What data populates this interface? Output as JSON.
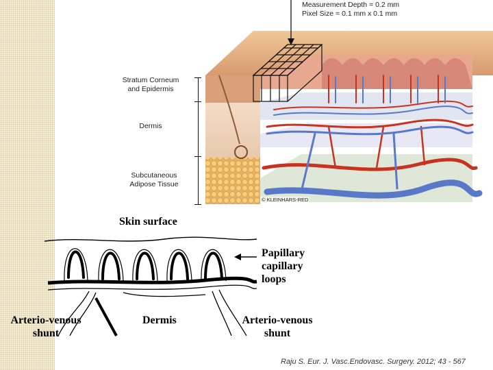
{
  "measurement": {
    "depth": "Measurement Depth = 0.2 mm",
    "pixel_size": "Pixel Size = 0.1 mm x 0.1 mm"
  },
  "layers": {
    "stratum_line1": "Stratum Corneum",
    "stratum_line2": "and Epidermis",
    "dermis": "Dermis",
    "subcut_line1": "Subcutaneous",
    "subcut_line2": "Adipose Tissue"
  },
  "copyright": "© KLEINHARS-RED",
  "schematic": {
    "skin_surface": "Skin surface",
    "papillary_line1": "Papillary",
    "papillary_line2": "capillary",
    "papillary_line3": "loops",
    "av_left_line1": "Arterio-venous",
    "av_left_line2": "shunt",
    "dermis": "Dermis",
    "av_right_line1": "Arterio-venous",
    "av_right_line2": "shunt"
  },
  "citation": "Raju S. Eur. J. Vasc.Endovasc. Surgery. 2012; 43 - 567",
  "colors": {
    "artery": "#c8321e",
    "vein": "#5a78c8",
    "epidermis": "#e8b48a",
    "adipose": "#f0c070",
    "strip": "#f6eed6"
  }
}
